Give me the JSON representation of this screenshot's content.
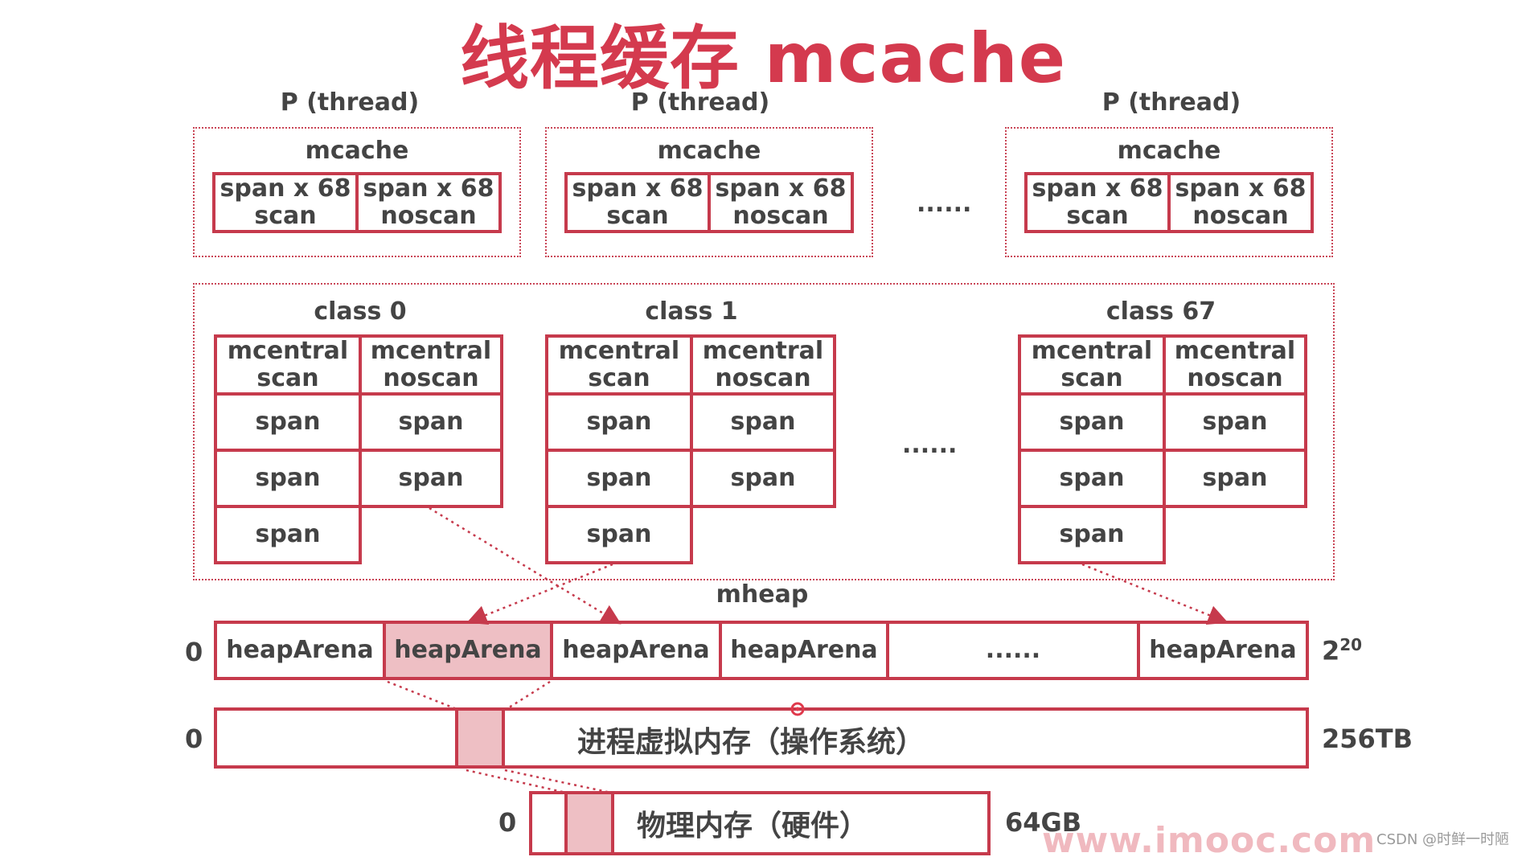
{
  "title": "线程缓存 mcache",
  "p_threads": [
    {
      "label": "P (thread)",
      "box_label": "mcache",
      "left_cell": [
        "span x 68",
        "scan"
      ],
      "right_cell": [
        "span x 68",
        "noscan"
      ]
    },
    {
      "label": "P (thread)",
      "box_label": "mcache",
      "left_cell": [
        "span x 68",
        "scan"
      ],
      "right_cell": [
        "span x 68",
        "noscan"
      ]
    },
    {
      "label": "P (thread)",
      "box_label": "mcache",
      "left_cell": [
        "span x 68",
        "scan"
      ],
      "right_cell": [
        "span x 68",
        "noscan"
      ]
    }
  ],
  "p_ellipsis": "......",
  "classes": [
    {
      "label": "class 0",
      "headers": [
        [
          "mcentral",
          "scan"
        ],
        [
          "mcentral",
          "noscan"
        ]
      ],
      "span_label": "span"
    },
    {
      "label": "class 1",
      "headers": [
        [
          "mcentral",
          "scan"
        ],
        [
          "mcentral",
          "noscan"
        ]
      ],
      "span_label": "span"
    },
    {
      "label": "class 67",
      "headers": [
        [
          "mcentral",
          "scan"
        ],
        [
          "mcentral",
          "noscan"
        ]
      ],
      "span_label": "span"
    }
  ],
  "class_ellipsis": "......",
  "mheap_label": "mheap",
  "arena": {
    "start": "0",
    "end_base": "2",
    "end_exp": "20",
    "cells": [
      "heapArena",
      "heapArena",
      "heapArena",
      "heapArena",
      "......",
      "heapArena"
    ],
    "highlighted_index": 1
  },
  "virtual_memory": {
    "start": "0",
    "label": "进程虚拟内存（操作系统）",
    "size": "256TB"
  },
  "physical_memory": {
    "start": "0",
    "label": "物理内存（硬件）",
    "size": "64GB"
  },
  "watermark": "www.imooc.com",
  "csdn_mark": "CSDN @时鲜一时陋",
  "colors": {
    "accent": "#d43a4e",
    "border": "#c63a4c",
    "highlight": "#eebfc4",
    "text": "#444444"
  }
}
